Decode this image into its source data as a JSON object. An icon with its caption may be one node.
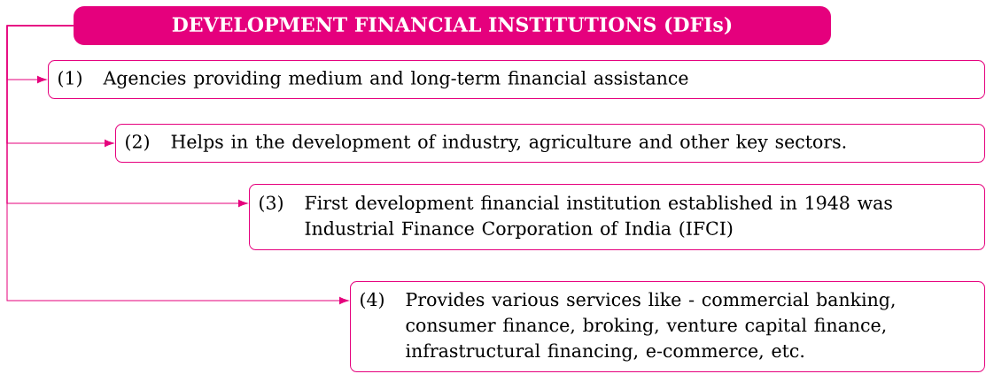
{
  "diagram": {
    "nodes": [
      {
        "text": [
          "DEVELOPMENT FINANCIAL INSTITUTIONS (DFIs)"
        ]
      },
      {
        "text": [
          "(1)",
          "Agencies providing medium and long-term financial assistance"
        ]
      },
      {
        "text": [
          "(2)",
          "Helps in the development of industry, agriculture and other key sectors."
        ]
      },
      {
        "text": [
          "(3)",
          "First development financial institution established in 1948 was Industrial Finance Corporation of India (IFCI)"
        ]
      },
      {
        "text": [
          "(4)",
          "Provides various services like - commercial banking, consumer finance, broking, venture capital finance, infrastructural financing, e-commerce, etc."
        ]
      }
    ],
    "edges": [
      {
        "from": 0,
        "to": 1,
        "arrow": "to"
      },
      {
        "from": 0,
        "to": 2,
        "arrow": "to"
      },
      {
        "from": 0,
        "to": 3,
        "arrow": "to"
      },
      {
        "from": 0,
        "to": 4,
        "arrow": "to"
      }
    ]
  }
}
